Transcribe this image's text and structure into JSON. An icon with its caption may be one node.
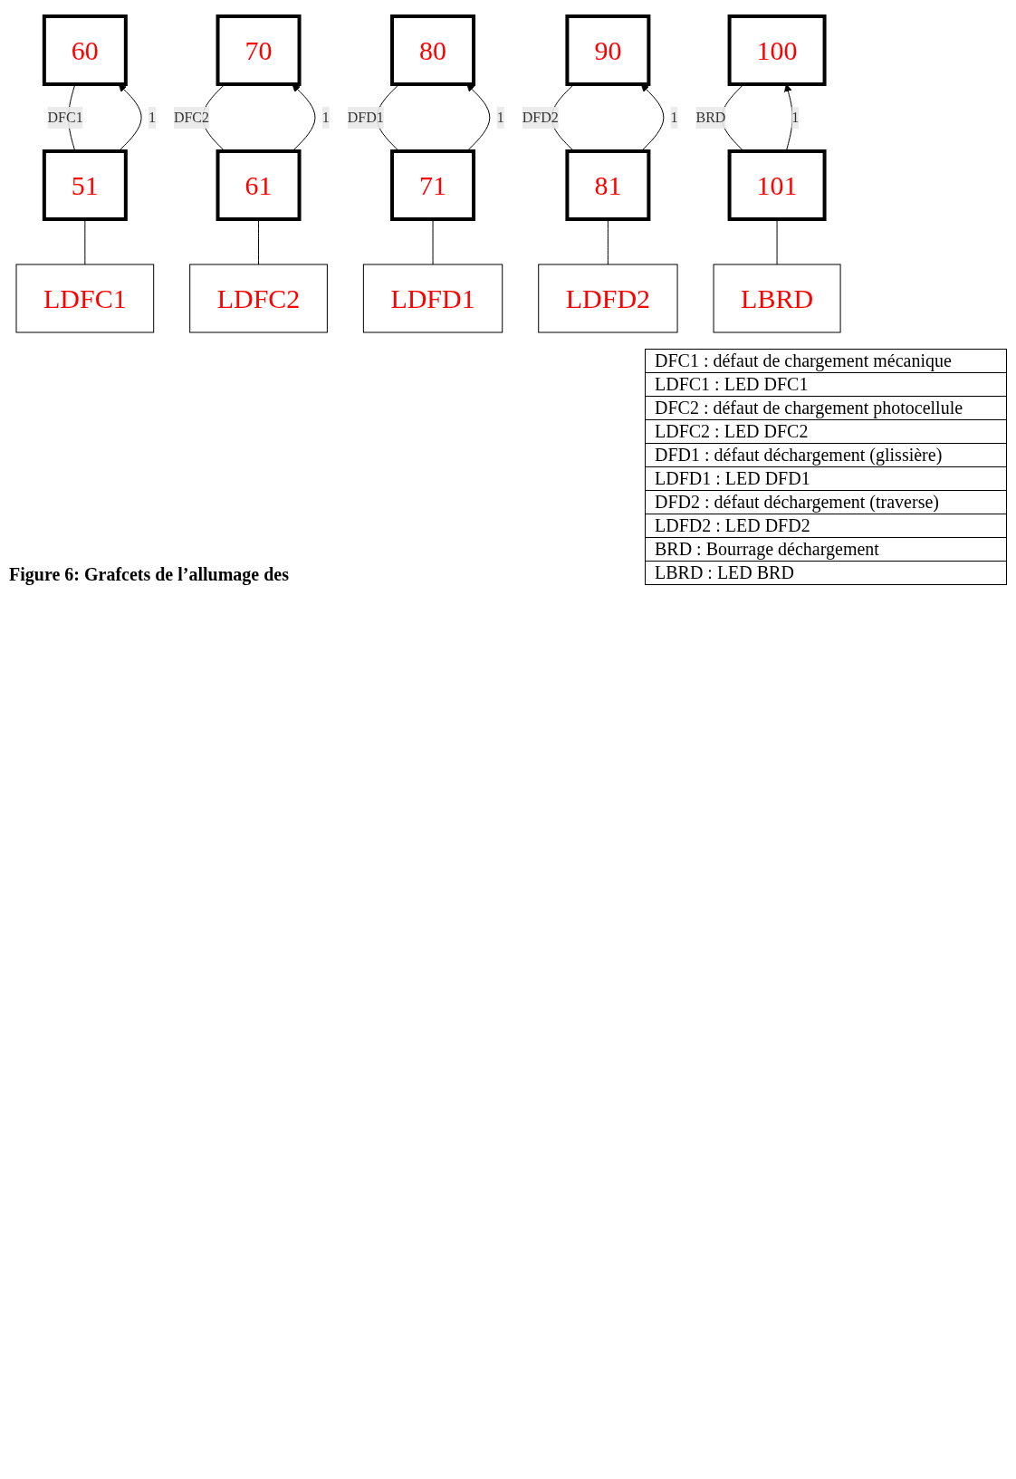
{
  "diagram": {
    "caption": "Figure 6: Grafcets de l’allumage des",
    "nodes": [
      {
        "text": [
          "60"
        ]
      },
      {
        "text": [
          "51"
        ]
      },
      {
        "text": [
          "LDFC1"
        ]
      },
      {
        "text": [
          "70"
        ]
      },
      {
        "text": [
          "61"
        ]
      },
      {
        "text": [
          "LDFC2"
        ]
      },
      {
        "text": [
          "80"
        ]
      },
      {
        "text": [
          "71"
        ]
      },
      {
        "text": [
          "LDFD1"
        ]
      },
      {
        "text": [
          "90"
        ]
      },
      {
        "text": [
          "81"
        ]
      },
      {
        "text": [
          "LDFD2"
        ]
      },
      {
        "text": [
          "100"
        ]
      },
      {
        "text": [
          "101"
        ]
      },
      {
        "text": [
          "LBRD"
        ]
      }
    ],
    "edges": [
      {
        "from": 0,
        "to": 1,
        "arrow": "none",
        "label": "DFC1"
      },
      {
        "from": 1,
        "to": 2,
        "arrow": "none"
      },
      {
        "from": 1,
        "to": 0,
        "arrow": "to",
        "label": "1"
      },
      {
        "from": 3,
        "to": 4,
        "arrow": "none",
        "label": "DFC2"
      },
      {
        "from": 4,
        "to": 5,
        "arrow": "none"
      },
      {
        "from": 4,
        "to": 3,
        "arrow": "to",
        "label": "1"
      },
      {
        "from": 6,
        "to": 7,
        "arrow": "none",
        "label": "DFD1"
      },
      {
        "from": 7,
        "to": 8,
        "arrow": "none"
      },
      {
        "from": 7,
        "to": 6,
        "arrow": "to",
        "label": "1"
      },
      {
        "from": 9,
        "to": 10,
        "arrow": "none",
        "label": "DFD2"
      },
      {
        "from": 10,
        "to": 11,
        "arrow": "none"
      },
      {
        "from": 10,
        "to": 9,
        "arrow": "to",
        "label": "1"
      },
      {
        "from": 12,
        "to": 13,
        "arrow": "none",
        "label": "BRD"
      },
      {
        "from": 13,
        "to": 14,
        "arrow": "none"
      },
      {
        "from": 13,
        "to": 12,
        "arrow": "to",
        "label": "1"
      }
    ],
    "labels": [
      "DFC1 : défaut de chargement mécanique",
      "LDFC1 : LED DFC1",
      "DFC2 : défaut de chargement photocellule",
      "LDFC2 : LED DFC2",
      "DFD1 : défaut déchargement (glissière)",
      "LDFD1 : LED DFD1",
      "DFD2 : défaut déchargement (traverse)",
      "LDFD2 : LED DFD2",
      "BRD : Bourrage déchargement",
      "LBRD : LED BRD"
    ]
  }
}
